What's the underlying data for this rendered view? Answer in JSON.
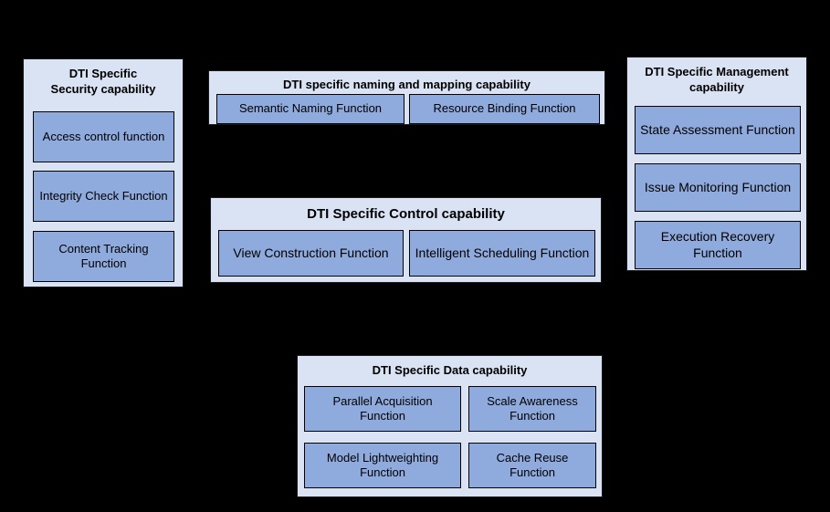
{
  "colors": {
    "background": "#000000",
    "group_bg": "#dae3f3",
    "function_bg": "#8faadc",
    "border": "#000000",
    "text": "#000000"
  },
  "groups": [
    {
      "id": "security",
      "title": "DTI Specific Security capability",
      "functions": [
        "Access control function",
        "Integrity Check Function",
        "Content Tracking Function"
      ]
    },
    {
      "id": "naming-mapping",
      "title": "DTI specific naming and mapping capability",
      "functions": [
        "Semantic Naming Function",
        "Resource Binding Function"
      ]
    },
    {
      "id": "control",
      "title": "DTI Specific Control capability",
      "functions": [
        "View Construction Function",
        "Intelligent Scheduling Function"
      ]
    },
    {
      "id": "management",
      "title": "DTI Specific Management capability",
      "functions": [
        "State Assessment Function",
        "Issue Monitoring Function",
        "Execution Recovery Function"
      ]
    },
    {
      "id": "data",
      "title": "DTI Specific Data capability",
      "functions": [
        "Parallel Acquisition Function",
        "Scale Awareness Function",
        "Model Lightweighting Function",
        "Cache Reuse Function"
      ]
    }
  ]
}
